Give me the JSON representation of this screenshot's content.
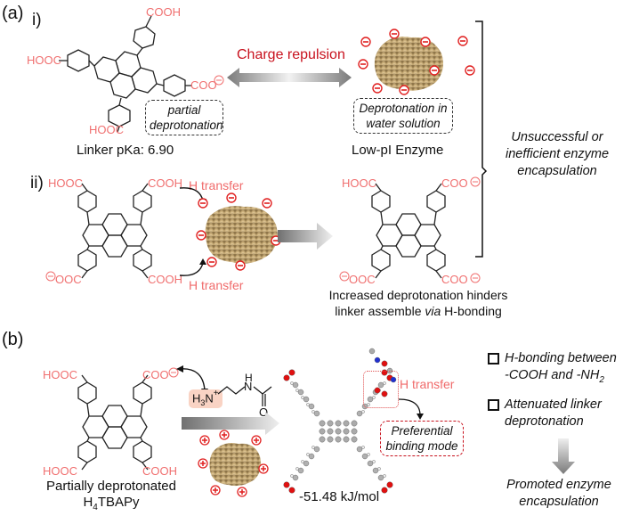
{
  "panel_a": {
    "label": "(a)",
    "part_i": {
      "label": "i)",
      "linker_groups": [
        "COOH",
        "HOOC",
        "COO",
        "HOOC"
      ],
      "partial_box": [
        "partial",
        "deprotonation"
      ],
      "linker_caption": "Linker pKa: 6.90",
      "arrow_label": "Charge repulsion",
      "enzyme_box": [
        "Deprotonation in",
        "water solution"
      ],
      "enzyme_caption": "Low-pI Enzyme"
    },
    "part_ii": {
      "label": "ii)",
      "linker_groups": [
        "HOOC",
        "COOH",
        "OOC",
        "COOH"
      ],
      "h_transfer_top": "H transfer",
      "h_transfer_bottom": "H transfer",
      "product_groups": [
        "HOOC",
        "COO",
        "OOC",
        "COO"
      ],
      "caption_line1": "Increased deprotonation hinders",
      "caption_line2_pre": "linker assemble ",
      "caption_line2_italic": "via",
      "caption_line2_post": " H-bonding"
    },
    "bracket_text": [
      "Unsuccessful or",
      "inefficient enzyme",
      "encapsulation"
    ]
  },
  "panel_b": {
    "label": "(b)",
    "linker_groups": [
      "HOOC",
      "COO",
      "HOOC",
      "COOH"
    ],
    "linker_caption_line1": "Partially deprotonated",
    "linker_caption_line2": "H4TBAPy",
    "amine_label": "H3N",
    "amide_h": "H",
    "amide_n": "N",
    "amide_o": "O",
    "energy": "-51.48 kJ/mol",
    "h_transfer": "H transfer",
    "binding_box": [
      "Preferential",
      "binding mode"
    ],
    "bullets": [
      {
        "line1": "H-bonding between",
        "line2": "-COOH and -NH2"
      },
      {
        "line1": "Attenuated linker",
        "line2": "deprotonation"
      }
    ],
    "outcome": [
      "Promoted enzyme",
      "encapsulation"
    ]
  },
  "colors": {
    "accent_red": "#c8121e",
    "group_pink": "#f07070",
    "enzyme_tan": "#d9c08e",
    "enzyme_dark": "#6b5430",
    "arrow_gray": "#8a8a8a"
  }
}
